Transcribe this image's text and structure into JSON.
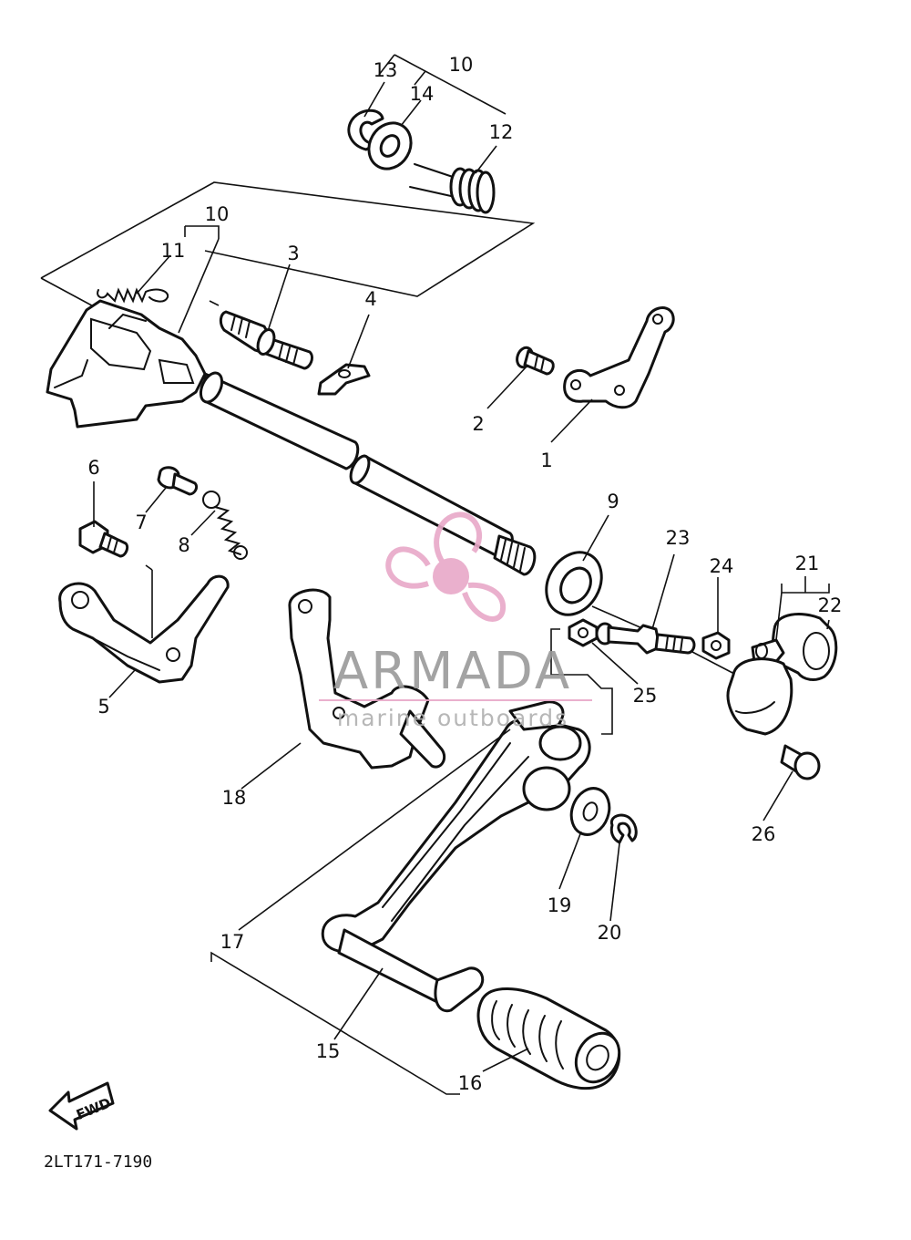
{
  "diagram": {
    "part_code": "2LT171-7190",
    "direction_label": "FWD",
    "callouts": [
      "1",
      "2",
      "3",
      "4",
      "5",
      "6",
      "7",
      "8",
      "9",
      "10",
      "10",
      "11",
      "12",
      "13",
      "14",
      "15",
      "16",
      "17",
      "18",
      "19",
      "20",
      "21",
      "22",
      "23",
      "24",
      "25",
      "26"
    ],
    "watermark": {
      "brand": "ARMADA",
      "tagline": "marine outboards",
      "color": "#e8a8c8"
    }
  }
}
